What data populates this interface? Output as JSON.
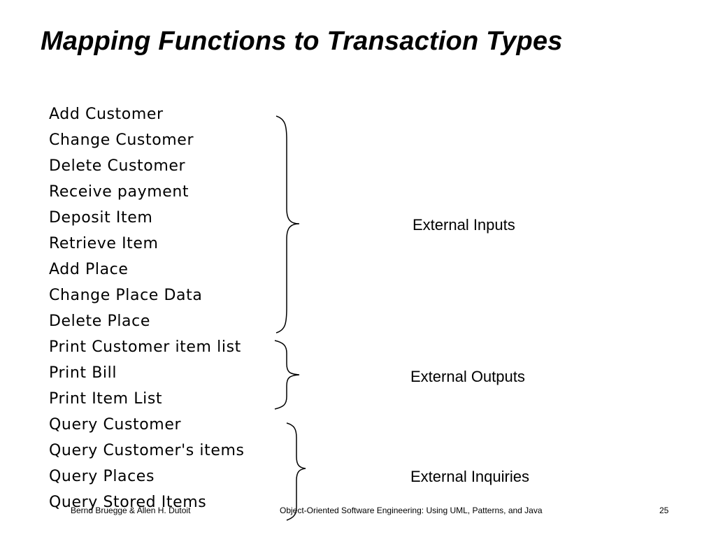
{
  "slide": {
    "title": "Mapping Functions to Transaction Types",
    "functions": [
      "Add Customer",
      "Change Customer",
      "Delete Customer",
      "Receive payment",
      "Deposit Item",
      "Retrieve Item",
      "Add Place",
      "Change Place Data",
      "Delete Place",
      "Print Customer item list",
      "Print Bill",
      "Print Item List",
      "Query Customer",
      "Query Customer's items",
      "Query Places",
      "Query Stored Items"
    ],
    "groups": {
      "inputs": "External Inputs",
      "outputs": "External Outputs",
      "inquiries": "External Inquiries"
    }
  },
  "footer": {
    "authors": "Bernd Bruegge & Allen H. Dutoit",
    "course": "Object-Oriented Software Engineering: Using UML, Patterns, and Java",
    "page": "25"
  }
}
